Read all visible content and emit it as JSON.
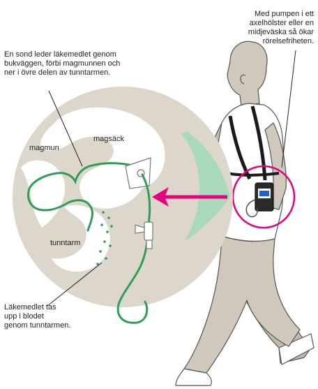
{
  "labels": {
    "pump_note": [
      "Med pumpen i ett",
      "axelhölster eller en",
      "midjeväska så ökar",
      "rörelsefriheten."
    ],
    "tube_note": [
      "En sond leder läkemedlet genom",
      "bukväggen, förbi magmunnen och",
      "ner i övre delen av tunntarmen."
    ],
    "stomach": "magsäck",
    "cardia": "magmun",
    "small_intestine": "tunntarm",
    "absorption_note": [
      "Läkemedlet tas",
      "upp i blodet",
      "genom tunntarmen."
    ]
  },
  "colors": {
    "arrow": "#e6007e",
    "tube": "#2e9e56",
    "circle_fill": "#dcd6cb",
    "organ_fill": "#ffffff",
    "skin": "#cfc8bb",
    "mint": "#a8d9bd",
    "outline": "#333333"
  }
}
